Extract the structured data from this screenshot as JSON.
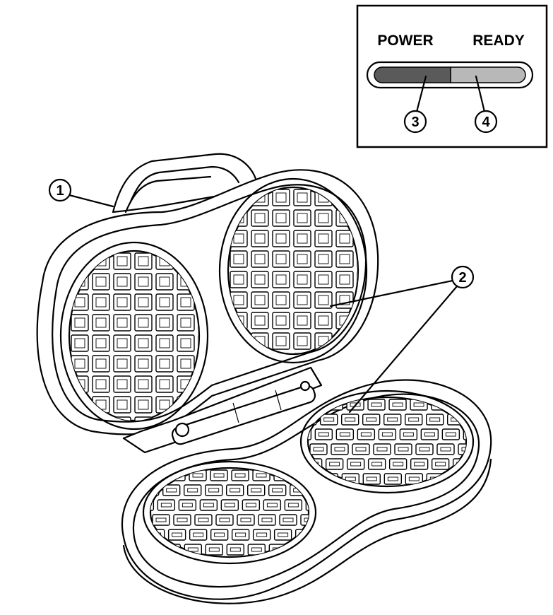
{
  "indicator_panel": {
    "power_label": "POWER",
    "ready_label": "READY",
    "power_color": "#5a5a5a",
    "ready_color": "#b8b8b8"
  },
  "callouts": [
    {
      "number": "1"
    },
    {
      "number": "2"
    },
    {
      "number": "3"
    },
    {
      "number": "4"
    }
  ]
}
